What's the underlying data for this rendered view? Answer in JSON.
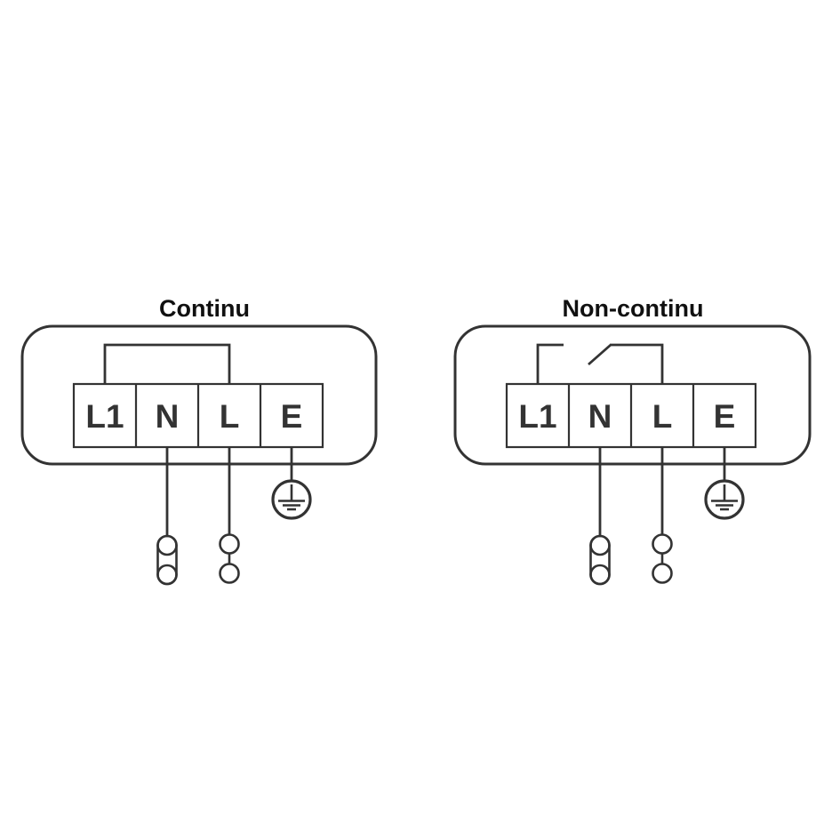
{
  "colors": {
    "background": "#ffffff",
    "line": "#333333",
    "title_text": "#101010",
    "terminal_text": "#333333"
  },
  "diagrams": [
    {
      "id": "continuous",
      "title": "Continu",
      "terminals": [
        "L1",
        "N",
        "L",
        "E"
      ],
      "link_state": "closed-jumper-between-L1-and-L",
      "symbols": [
        "earth-icon",
        "linked-connector-icon",
        "plug-connector-icon"
      ]
    },
    {
      "id": "non-continuous",
      "title": "Non-continu",
      "terminals": [
        "L1",
        "N",
        "L",
        "E"
      ],
      "link_state": "open-switch-between-L1-and-L",
      "symbols": [
        "earth-icon",
        "linked-connector-icon",
        "plug-connector-icon"
      ]
    }
  ]
}
